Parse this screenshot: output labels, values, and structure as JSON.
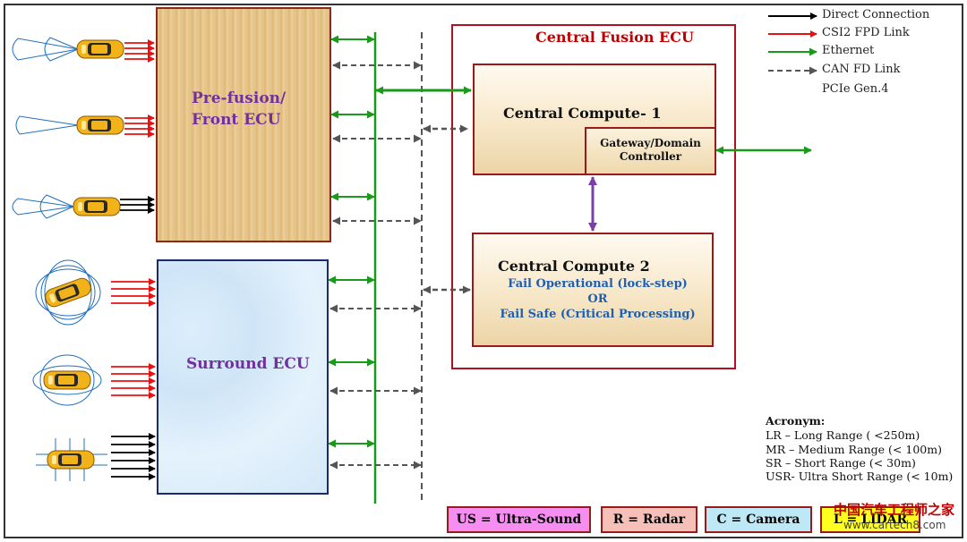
{
  "prefusion_title": "Pre-fusion/",
  "prefusion_title2": "Front ECU",
  "surround_title": "Surround ECU",
  "central_title": "Central Fusion ECU",
  "compute1_title": "Central Compute- 1",
  "gateway_line1": "Gateway/Domain",
  "gateway_line2": "Controller",
  "compute2_title": "Central Compute 2",
  "compute2_line1": "Fail Operational (lock-step)",
  "compute2_line2": "OR",
  "compute2_line3": "Fail Safe (Critical Processing)",
  "legend": {
    "direct": "Direct Connection",
    "csi2": "CSI2 FPD Link",
    "ethernet": "Ethernet",
    "canfd": "CAN FD Link",
    "pcie": "PCIe Gen.4"
  },
  "acronyms": {
    "title": "Acronym:",
    "lr": "LR – Long Range ( <250m)",
    "mr": "MR – Medium Range (< 100m)",
    "sr": "SR – Short Range (< 30m)",
    "usr": "USR- Ultra Short Range (< 10m)"
  },
  "keys": {
    "us": "US = Ultra-Sound",
    "r": "R = Radar",
    "c": "C = Camera",
    "l": "L = LIDAR"
  },
  "watermark": {
    "cn": "中国汽车工程师之家",
    "url": "www.cartech8.com"
  },
  "colors": {
    "direct": "#000000",
    "csi2": "#e81010",
    "ethernet": "#1a9a1a",
    "canfd": "#555555",
    "pcie": "#7a3fa8",
    "box_border": "#9a1a1a",
    "title_purple": "#7030a0",
    "title_red": "#c00000",
    "text_blue": "#1f5fb0"
  }
}
